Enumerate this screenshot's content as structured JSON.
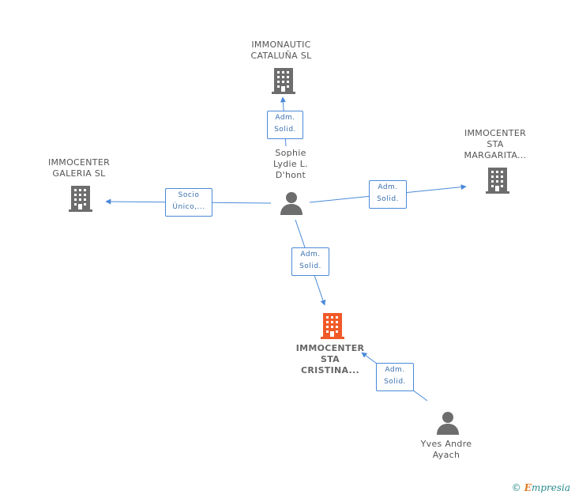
{
  "companies": {
    "immonautic": "IMMONAUTIC\nCATALUÑA SL",
    "sta_margarita": "IMMOCENTER\nSTA\nMARGARITA...",
    "galeria": "IMMOCENTER\nGALERIA SL",
    "sta_cristina": "IMMOCENTER\nSTA\nCRISTINA..."
  },
  "persons": {
    "sophie": "Sophie\nLydie L.\nD'hont",
    "yves": "Yves Andre\nAyach"
  },
  "relations": {
    "to_immonautic": "Adm.\nSolid.",
    "to_sta_margarita": "Adm.\nSolid.",
    "to_galeria": "Socio\nÚnico,...",
    "to_sta_cristina": "Adm.\nSolid.",
    "yves_to_sta_cristina": "Adm.\nSolid."
  },
  "colors": {
    "building_gray": "#6d6d6d",
    "building_main": "#f05a28",
    "person_gray": "#6d6d6d",
    "edge_blue": "#4a8ad8"
  },
  "footer": {
    "copyright": "©",
    "brand_initial": "E",
    "brand_rest": "mpresia"
  }
}
